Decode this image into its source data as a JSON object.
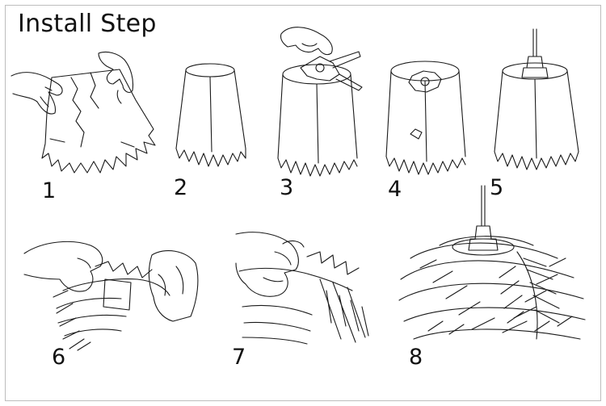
{
  "title": "Install Step",
  "steps": [
    {
      "number": "1"
    },
    {
      "number": "2"
    },
    {
      "number": "3"
    },
    {
      "number": "4"
    },
    {
      "number": "5"
    },
    {
      "number": "6"
    },
    {
      "number": "7"
    },
    {
      "number": "8"
    }
  ],
  "colors": {
    "line": "#1a1a1a",
    "background": "#ffffff",
    "frame": "#bdbdbd"
  }
}
